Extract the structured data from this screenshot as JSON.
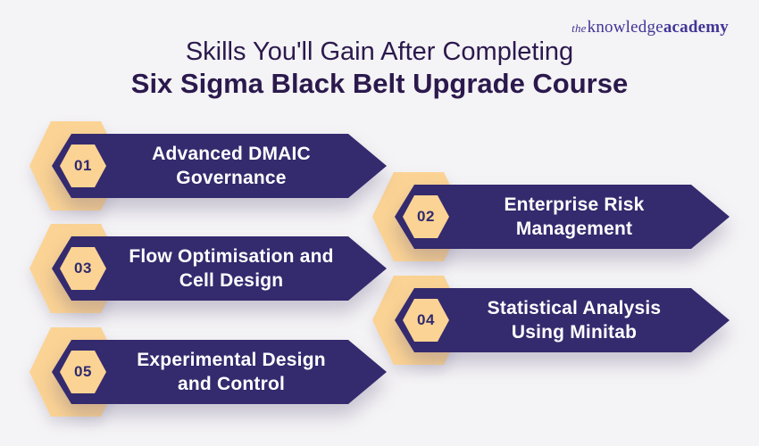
{
  "logo": {
    "the": "the",
    "knowledge": "knowledge",
    "academy": "academy"
  },
  "header": {
    "title_line1": "Skills You'll Gain After Completing",
    "title_line2": "Six Sigma Black Belt Upgrade Course"
  },
  "items": [
    {
      "number": "01",
      "line1": "Advanced DMAIC",
      "line2": "Governance",
      "side": "left"
    },
    {
      "number": "02",
      "line1": "Enterprise Risk",
      "line2": "Management",
      "side": "right"
    },
    {
      "number": "03",
      "line1": "Flow Optimisation and",
      "line2": "Cell Design",
      "side": "left"
    },
    {
      "number": "04",
      "line1": "Statistical Analysis",
      "line2": "Using Minitab",
      "side": "right"
    },
    {
      "number": "05",
      "line1": "Experimental Design",
      "line2": "and Control",
      "side": "left"
    }
  ],
  "colors": {
    "background": "#f4f3f5",
    "banner_purple": "#342a6e",
    "hexagon_peach": "#fbd394",
    "title_text": "#2b194d",
    "banner_text": "#ffffff",
    "number_text": "#2f2a6f",
    "logo_purple": "#423596"
  }
}
